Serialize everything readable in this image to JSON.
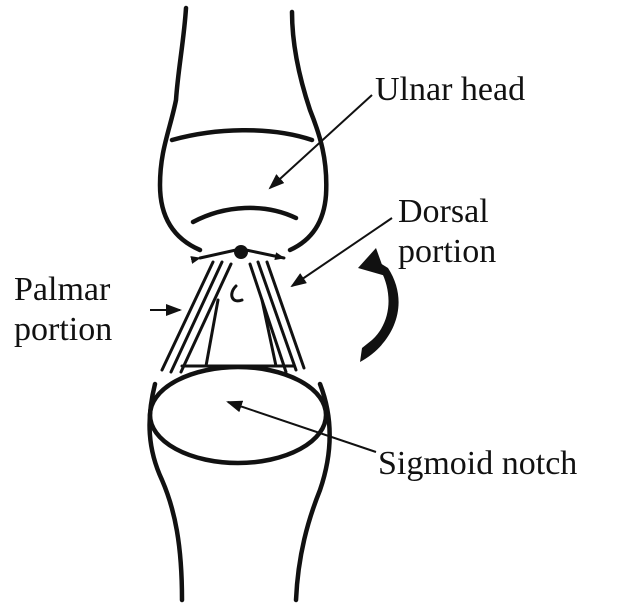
{
  "labels": {
    "ulnar_head": "Ulnar head",
    "dorsal_line1": "Dorsal",
    "dorsal_line2": "portion",
    "palmar_line1": "Palmar",
    "palmar_line2": "portion",
    "sigmoid_notch": "Sigmoid notch"
  },
  "colors": {
    "ink": "#111111",
    "background": "#ffffff"
  },
  "icons": {
    "rotation": "curved-arrow-icon"
  }
}
